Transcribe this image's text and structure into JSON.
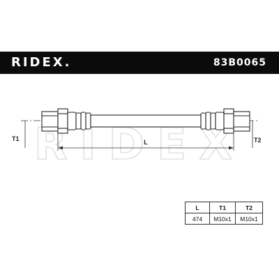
{
  "header": {
    "brand": "RIDEX.",
    "part_number": "83B0065"
  },
  "drawing": {
    "watermark": "RIDEX",
    "dimension_labels": {
      "t1": "T1",
      "length": "L",
      "t2": "T2"
    }
  },
  "spec_table": {
    "headers": [
      "L",
      "T1",
      "T2"
    ],
    "rows": [
      [
        "474",
        "M10x1",
        "M10x1"
      ]
    ]
  },
  "colors": {
    "header_background": "#0b0b0b",
    "header_text": "#ffffff",
    "line": "#222222",
    "watermark": "#e2e2e2"
  }
}
